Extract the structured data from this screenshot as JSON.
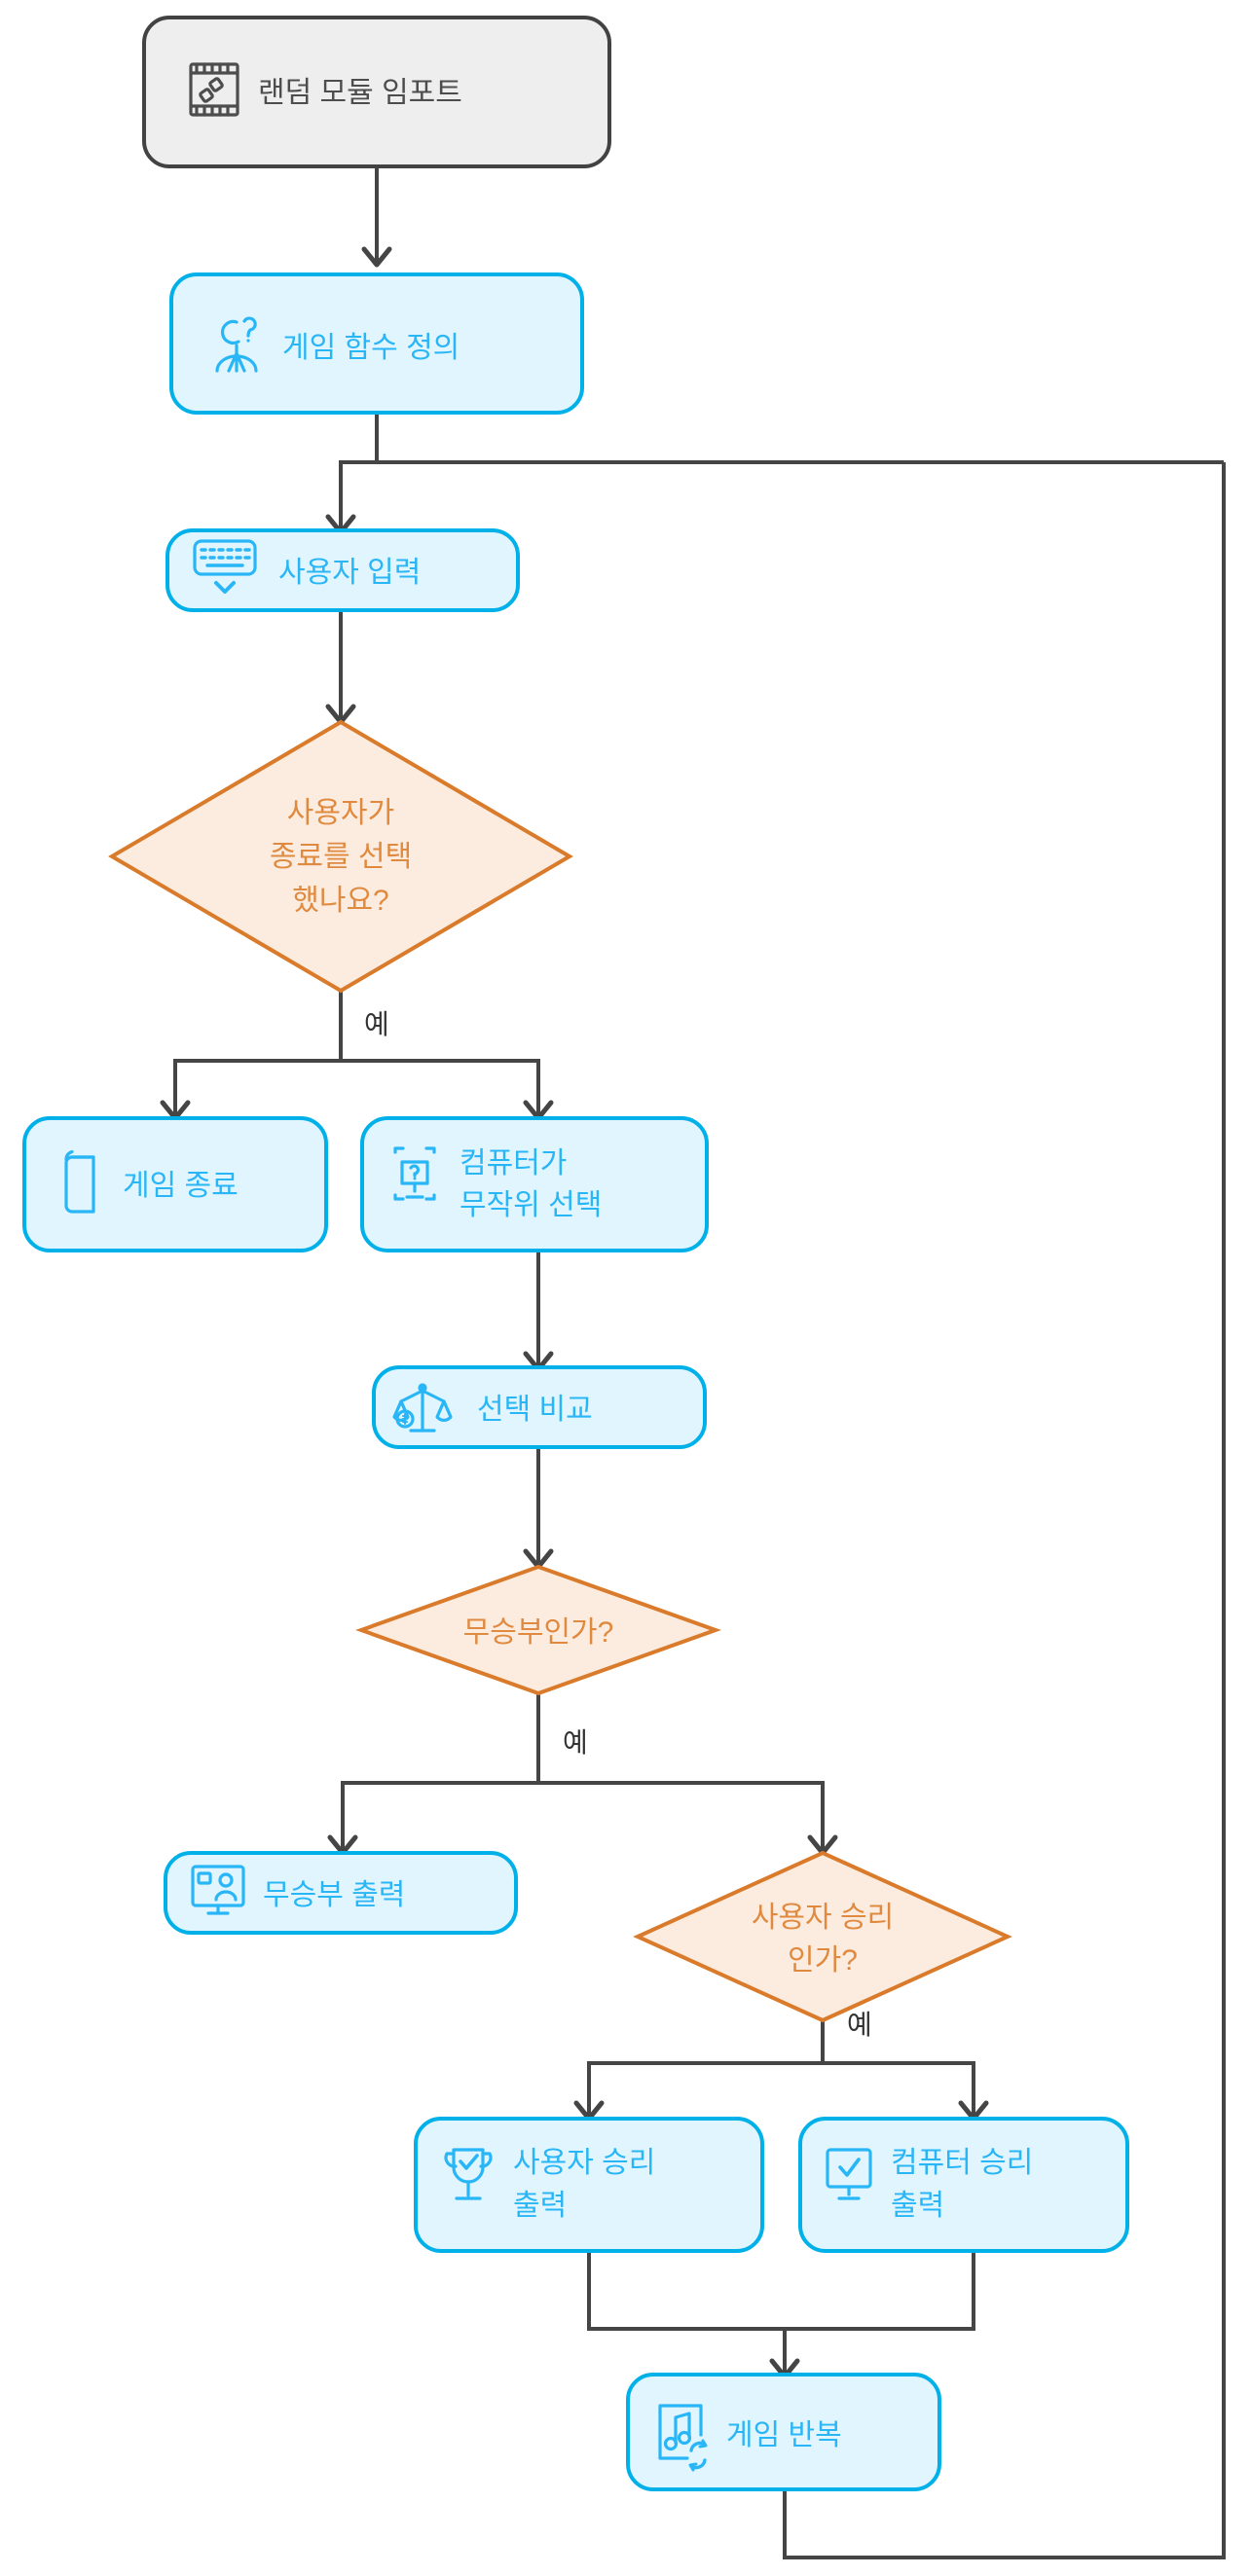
{
  "diagram": {
    "title": "Rock Paper Scissors Game Flowchart",
    "direction": "top-to-bottom",
    "colors": {
      "start_fill": "#eeeeee",
      "start_stroke": "#424242",
      "start_text": "#4d4d4d",
      "process_fill": "#e1f5fe",
      "process_stroke": "#00b0e8",
      "process_text": "#29b6f6",
      "decision_fill": "#fcece0",
      "decision_stroke": "#d97b2b",
      "decision_text": "#e08a40",
      "link": "#454545",
      "background": "#ffffff"
    },
    "nodes": [
      {
        "id": "n1",
        "type": "start",
        "icon": "film-dice-icon",
        "label": "랜덤 모듈 임포트"
      },
      {
        "id": "n2",
        "type": "process",
        "icon": "person-question-icon",
        "label": "게임 함수 정의"
      },
      {
        "id": "n3",
        "type": "process",
        "icon": "keyboard-icon",
        "label": "사용자 입력"
      },
      {
        "id": "n4",
        "type": "decision",
        "icon": "",
        "label_lines": [
          "사용자가",
          "종료를 선택",
          "했나요?"
        ]
      },
      {
        "id": "n5",
        "type": "process",
        "icon": "book-icon",
        "label": "게임 종료"
      },
      {
        "id": "n6",
        "type": "process",
        "icon": "monitor-question-icon",
        "label_lines": [
          "컴퓨터가",
          "무작위 선택"
        ]
      },
      {
        "id": "n7",
        "type": "process",
        "icon": "scales-icon",
        "label": "선택 비교"
      },
      {
        "id": "n8",
        "type": "decision",
        "icon": "",
        "label_lines": [
          "무승부인가?"
        ]
      },
      {
        "id": "n9",
        "type": "process",
        "icon": "monitor-person-icon",
        "label": "무승부 출력"
      },
      {
        "id": "n10",
        "type": "decision",
        "icon": "",
        "label_lines": [
          "사용자 승리",
          "인가?"
        ]
      },
      {
        "id": "n11",
        "type": "process",
        "icon": "trophy-check-icon",
        "label_lines": [
          "사용자 승리",
          "출력"
        ]
      },
      {
        "id": "n12",
        "type": "process",
        "icon": "monitor-check-icon",
        "label_lines": [
          "컴퓨터 승리",
          "출력"
        ]
      },
      {
        "id": "n13",
        "type": "process",
        "icon": "music-repeat-icon",
        "label": "게임 반복"
      }
    ],
    "edge_labels": {
      "exit_yes": "예",
      "draw_yes": "예",
      "userwin_yes": "예"
    }
  }
}
